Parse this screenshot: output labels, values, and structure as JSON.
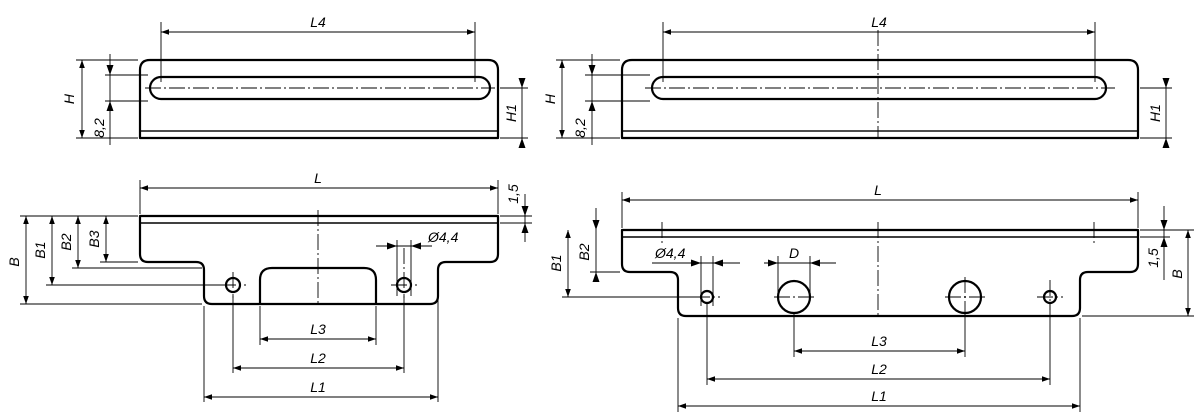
{
  "labels": {
    "L": "L",
    "L1": "L1",
    "L2": "L2",
    "L3": "L3",
    "L4": "L4",
    "H": "H",
    "H1": "H1",
    "B": "B",
    "B1": "B1",
    "B2": "B2",
    "B3": "B3",
    "D": "D",
    "hole_dia": "Ø4,4",
    "height_82": "8,2",
    "thickness_15": "1,5"
  }
}
